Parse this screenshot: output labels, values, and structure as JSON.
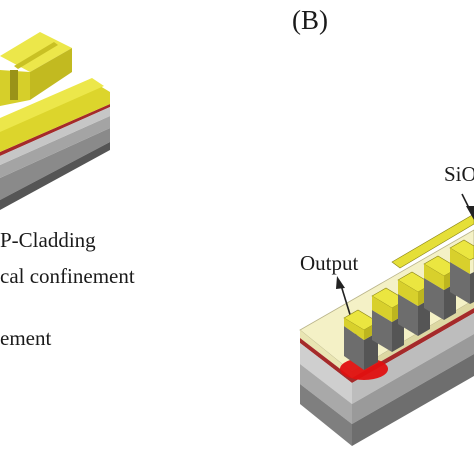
{
  "panel_label": "(B)",
  "legend": {
    "line1": "P-Cladding",
    "line2": "cal confinement",
    "line3": "ement"
  },
  "labels": {
    "output": "Output",
    "sio2": "SiO"
  },
  "colors": {
    "gold": "#e9e53a",
    "gold_side": "#c7bf22",
    "gold_edge": "#7a7214",
    "cream": "#f6f3c9",
    "cream_side": "#d8d3a3",
    "red": "#b32d2d",
    "red_spot": "#e01010",
    "gray_light": "#c8c8c8",
    "gray_mid": "#a6a6a6",
    "gray_dark": "#7d7d7d",
    "grating_dark": "#6a6a6a"
  }
}
